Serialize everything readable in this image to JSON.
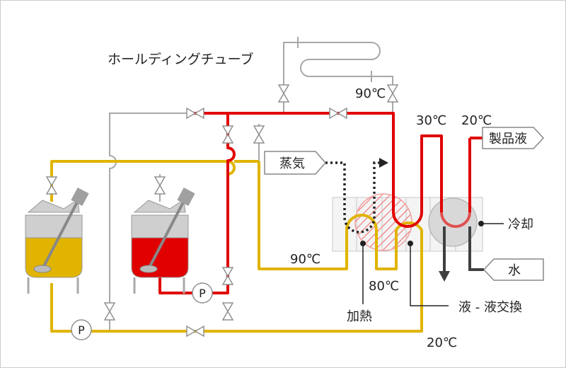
{
  "labels": {
    "holding_tube": "ホールディングチューブ",
    "temp_90_top": "90℃",
    "temp_30": "30℃",
    "temp_20_top": "20℃",
    "product": "製品液",
    "steam": "蒸気",
    "cooling": "冷却",
    "water": "水",
    "temp_90_mid": "90℃",
    "temp_80": "80℃",
    "heating": "加熱",
    "exchange": "液 - 液交換",
    "temp_20_bottom": "20℃",
    "pump": "P"
  },
  "colors": {
    "hot": "#e00000",
    "warm": "#e0b400",
    "pipe": "#a8a8a8",
    "dark": "#404040",
    "tank_yellow": "#e0b400",
    "tank_red": "#e00000"
  }
}
